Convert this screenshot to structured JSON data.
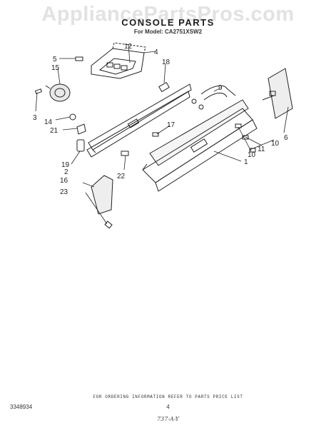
{
  "watermark": "AppliancePartsPros.com",
  "title": "CONSOLE PARTS",
  "model": "For Model: CA2751XSW2",
  "footer_note": "FOR ORDERING INFORMATION REFER TO PARTS PRICE LIST",
  "doc_number": "3348934",
  "page_number": "4",
  "code": "737-A-Y",
  "callouts": [
    "1",
    "2",
    "3",
    "4",
    "5",
    "6",
    "9",
    "10",
    "10",
    "11",
    "12",
    "14",
    "15",
    "16",
    "17",
    "18",
    "19",
    "21",
    "22",
    "23"
  ]
}
